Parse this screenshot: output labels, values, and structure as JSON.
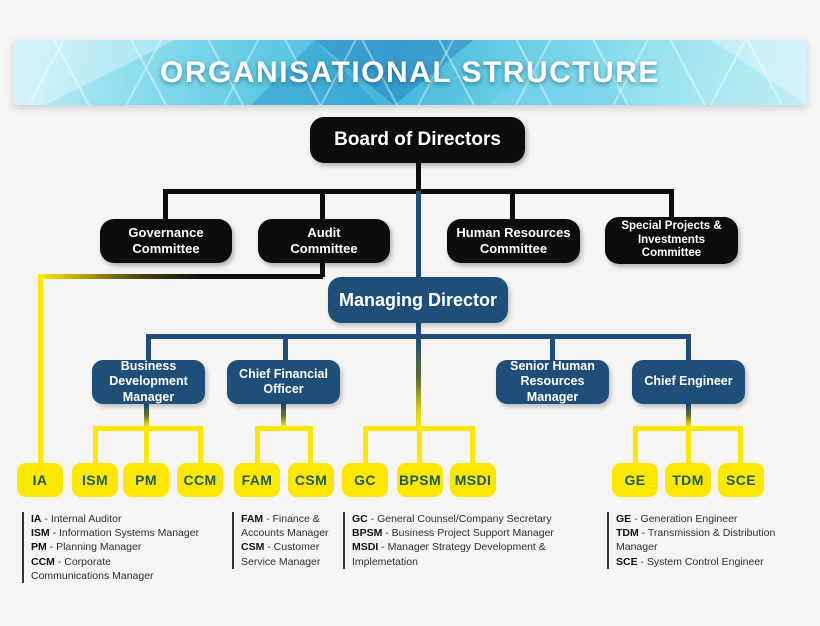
{
  "header": {
    "title": "ORGANISATIONAL STRUCTURE"
  },
  "org": {
    "board": {
      "label": "Board of Directors"
    },
    "committees": [
      {
        "label": "Governance\nCommittee"
      },
      {
        "label": "Audit\nCommittee"
      },
      {
        "label": "Human Resources\nCommittee"
      },
      {
        "label": "Special Projects &\nInvestments\nCommittee"
      }
    ],
    "managing_director": {
      "label": "Managing Director"
    },
    "managers": [
      {
        "label": "Business\nDevelopment\nManager"
      },
      {
        "label": "Chief Financial\nOfficer"
      },
      {
        "label": "Senior Human\nResources\nManager"
      },
      {
        "label": "Chief Engineer"
      }
    ],
    "units": [
      {
        "abbr": "IA"
      },
      {
        "abbr": "ISM"
      },
      {
        "abbr": "PM"
      },
      {
        "abbr": "CCM"
      },
      {
        "abbr": "FAM"
      },
      {
        "abbr": "CSM"
      },
      {
        "abbr": "GC"
      },
      {
        "abbr": "BPSM"
      },
      {
        "abbr": "MSDI"
      },
      {
        "abbr": "GE"
      },
      {
        "abbr": "TDM"
      },
      {
        "abbr": "SCE"
      }
    ]
  },
  "legend": {
    "columns": [
      {
        "entries": [
          {
            "abbr": "IA",
            "desc": "- Internal Auditor"
          },
          {
            "abbr": "ISM",
            "desc": "- Information Systems Manager"
          },
          {
            "abbr": "PM",
            "desc": "- Planning Manager"
          },
          {
            "abbr": "CCM",
            "desc": "- Corporate\nCommunications Manager"
          }
        ]
      },
      {
        "entries": [
          {
            "abbr": "FAM",
            "desc": "- Finance &\nAccounts Manager"
          },
          {
            "abbr": "CSM",
            "desc": "- Customer\nService Manager"
          }
        ]
      },
      {
        "entries": [
          {
            "abbr": "GC",
            "desc": "- General Counsel/Company Secretary"
          },
          {
            "abbr": "BPSM",
            "desc": "- Business Project Support Manager"
          },
          {
            "abbr": "MSDI",
            "desc": "- Manager Strategy Development &\nImplemetation"
          }
        ]
      },
      {
        "entries": [
          {
            "abbr": "GE",
            "desc": "- Generation Engineer"
          },
          {
            "abbr": "TDM",
            "desc": "- Transmission & Distribution\nManager"
          },
          {
            "abbr": "SCE",
            "desc": "- System Control Engineer"
          }
        ]
      }
    ]
  },
  "colors": {
    "black_box": "#0c0c0c",
    "blue_box": "#1f4e79",
    "yellow_box": "#ffe800",
    "yellow_box_text": "#1d5c50",
    "line_black": "#0d0d0d",
    "line_blue": "#1f4e79",
    "line_yellow": "#ffe800",
    "banner_base": "#5fc9e2"
  }
}
